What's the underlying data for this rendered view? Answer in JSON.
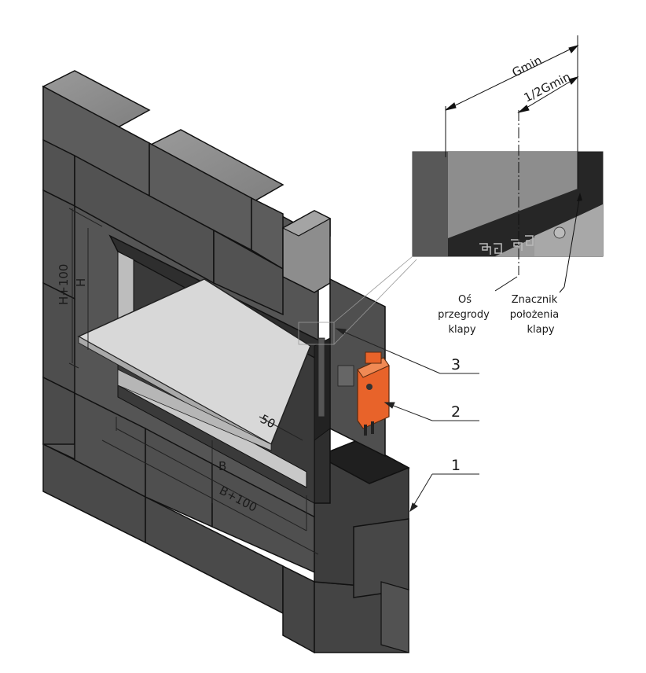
{
  "dimensions": {
    "gmin": "Gmin",
    "half_gmin": "1/2Gmin",
    "h_plus_100": "H+100",
    "h": "H",
    "b": "B",
    "b_plus_100": "B+100",
    "fifty": "50"
  },
  "callouts": {
    "one": "1",
    "two": "2",
    "three": "3"
  },
  "detail_labels": {
    "axis_line1": "Oś",
    "axis_line2": "przegrody",
    "axis_line3": "klapy",
    "marker_line1": "Znacznik",
    "marker_line2": "położenia",
    "marker_line3": "klapy"
  },
  "colors": {
    "brick_front": "#5a5a5a",
    "brick_top": "#8e8e8e",
    "brick_side": "#3e3e3e",
    "blade": "#d9d9d9",
    "frame": "#4a4a4a",
    "actuator": "#e8632a"
  }
}
